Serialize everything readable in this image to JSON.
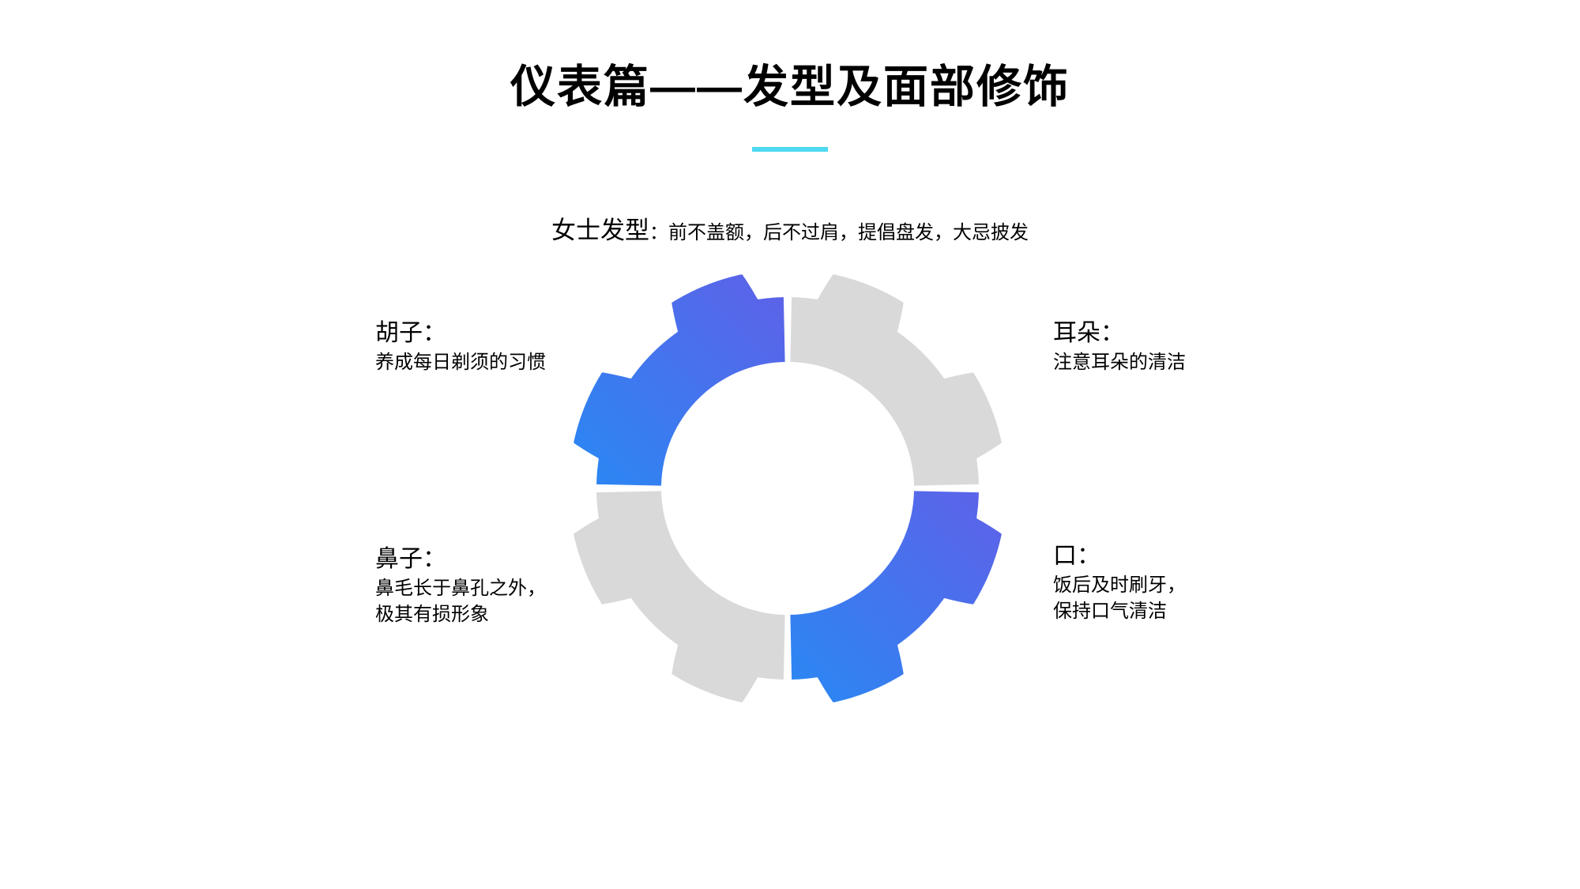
{
  "title": {
    "text": "仪表篇——发型及面部修饰"
  },
  "labels": {
    "top": {
      "term": "女士发型",
      "desc": "：前不盖额，后不过肩，提倡盘发，大忌披发"
    },
    "beard": {
      "term": "胡子：",
      "lines": [
        "养成每日剃须的习惯"
      ]
    },
    "ear": {
      "term": "耳朵：",
      "lines": [
        "注意耳朵的清洁"
      ]
    },
    "nose": {
      "term": "鼻子：",
      "lines": [
        "鼻毛长于鼻孔之外，",
        "极其有损形象"
      ]
    },
    "mouth": {
      "term": "口：",
      "lines": [
        "饭后及时刷牙，",
        "保持口气清洁"
      ]
    }
  },
  "colors": {
    "accent_underline": "#4ED9F2",
    "gear_gray": "#D9D9D9",
    "gear_gradient_start": "#0C9EF9",
    "gear_gradient_end": "#7C4BE2",
    "text": "#000000"
  },
  "gear": {
    "segments": [
      {
        "id": "top-right",
        "color": "gray"
      },
      {
        "id": "top-left",
        "color": "gradient"
      },
      {
        "id": "bottom-left",
        "color": "gray"
      },
      {
        "id": "bottom-right",
        "color": "gradient"
      }
    ]
  }
}
